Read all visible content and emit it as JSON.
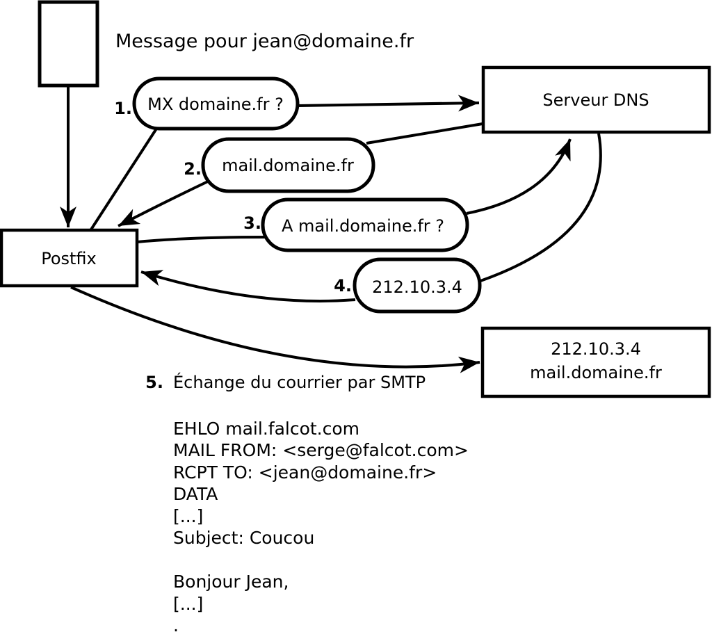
{
  "title": "Message pour jean@domaine.fr",
  "nodes": {
    "postfix": "Postfix",
    "dns": "Serveur DNS",
    "mailserver": {
      "line1": "212.10.3.4",
      "line2": "mail.domaine.fr"
    }
  },
  "steps": [
    {
      "num": "1.",
      "label": "MX domaine.fr ?"
    },
    {
      "num": "2.",
      "label": "mail.domaine.fr"
    },
    {
      "num": "3.",
      "label": "A mail.domaine.fr ?"
    },
    {
      "num": "4.",
      "label": "212.10.3.4"
    },
    {
      "num": "5.",
      "label": "Échange du courrier par SMTP"
    }
  ],
  "smtp": {
    "lines": [
      "EHLO mail.falcot.com",
      "MAIL FROM: <serge@falcot.com>",
      "RCPT TO: <jean@domaine.fr>",
      "DATA",
      "[...]",
      "Subject: Coucou",
      "",
      "Bonjour Jean,",
      "[...]",
      "."
    ]
  },
  "colors": {
    "ink": "#000000",
    "paper": "#ffffff"
  }
}
